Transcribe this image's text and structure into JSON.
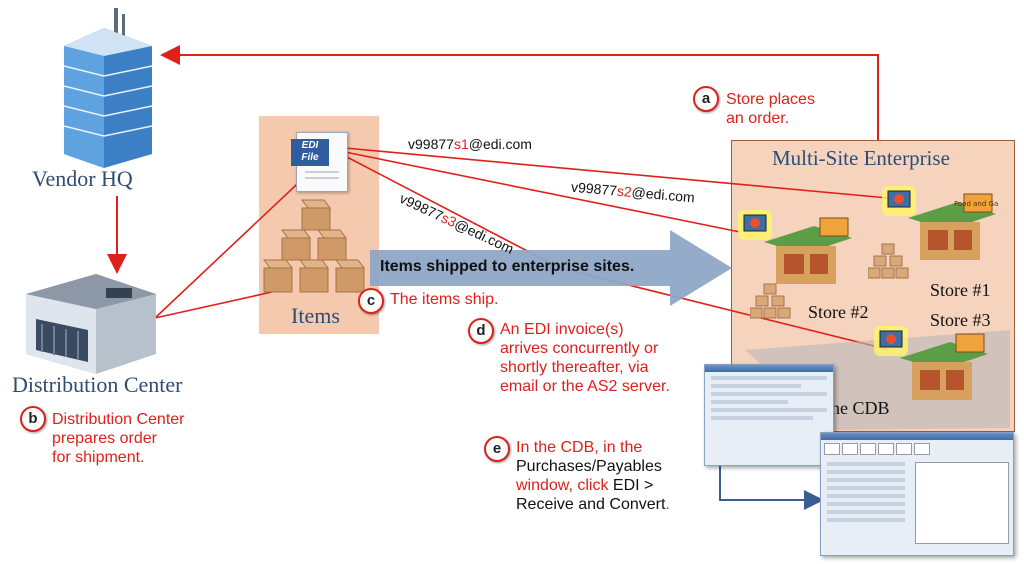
{
  "colors": {
    "red": "#e0201b",
    "enterprise_bg": "#f6d3bd",
    "items_bg": "#f5c9ad",
    "arrow_blue": "#8ea6c6",
    "title_blue": "#2e4d74"
  },
  "nodes": {
    "vendor_hq": "Vendor HQ",
    "distribution_center": "Distribution Center",
    "items": "Items",
    "edi_file": "EDI\nFile",
    "enterprise": "Multi-Site Enterprise",
    "store1": "Store #1",
    "store2": "Store #2",
    "store3": "Store #3",
    "cdb": "The CDB",
    "store_sign": "Food and Gas"
  },
  "emails": {
    "s1": {
      "prefix": "v99877",
      "site": "s1",
      "suffix": "@edi.com"
    },
    "s2": {
      "prefix": "v99877",
      "site": "s2",
      "suffix": "@edi.com"
    },
    "s3": {
      "prefix": "v99877",
      "site": "s3",
      "suffix": "@edi.com"
    }
  },
  "arrow_text": "Items shipped to enterprise sites.",
  "steps": {
    "a": {
      "badge": "a",
      "lines": [
        "Store places",
        "an order."
      ]
    },
    "b": {
      "badge": "b",
      "lines": [
        "Distribution Center",
        "prepares order",
        "for shipment."
      ]
    },
    "c": {
      "badge": "c",
      "lines": [
        "The items ship."
      ]
    },
    "d": {
      "badge": "d",
      "lines": [
        "An EDI invoice(s)",
        "arrives concurrently or",
        "shortly thereafter, via",
        "email or the AS2 server."
      ]
    },
    "e": {
      "badge": "e",
      "l1": "In the CDB, in the",
      "l2": "Purchases/Payables",
      "l3a": "window, click ",
      "l3b": "EDI >",
      "l4": "Receive and Convert",
      "l4b": "."
    }
  }
}
